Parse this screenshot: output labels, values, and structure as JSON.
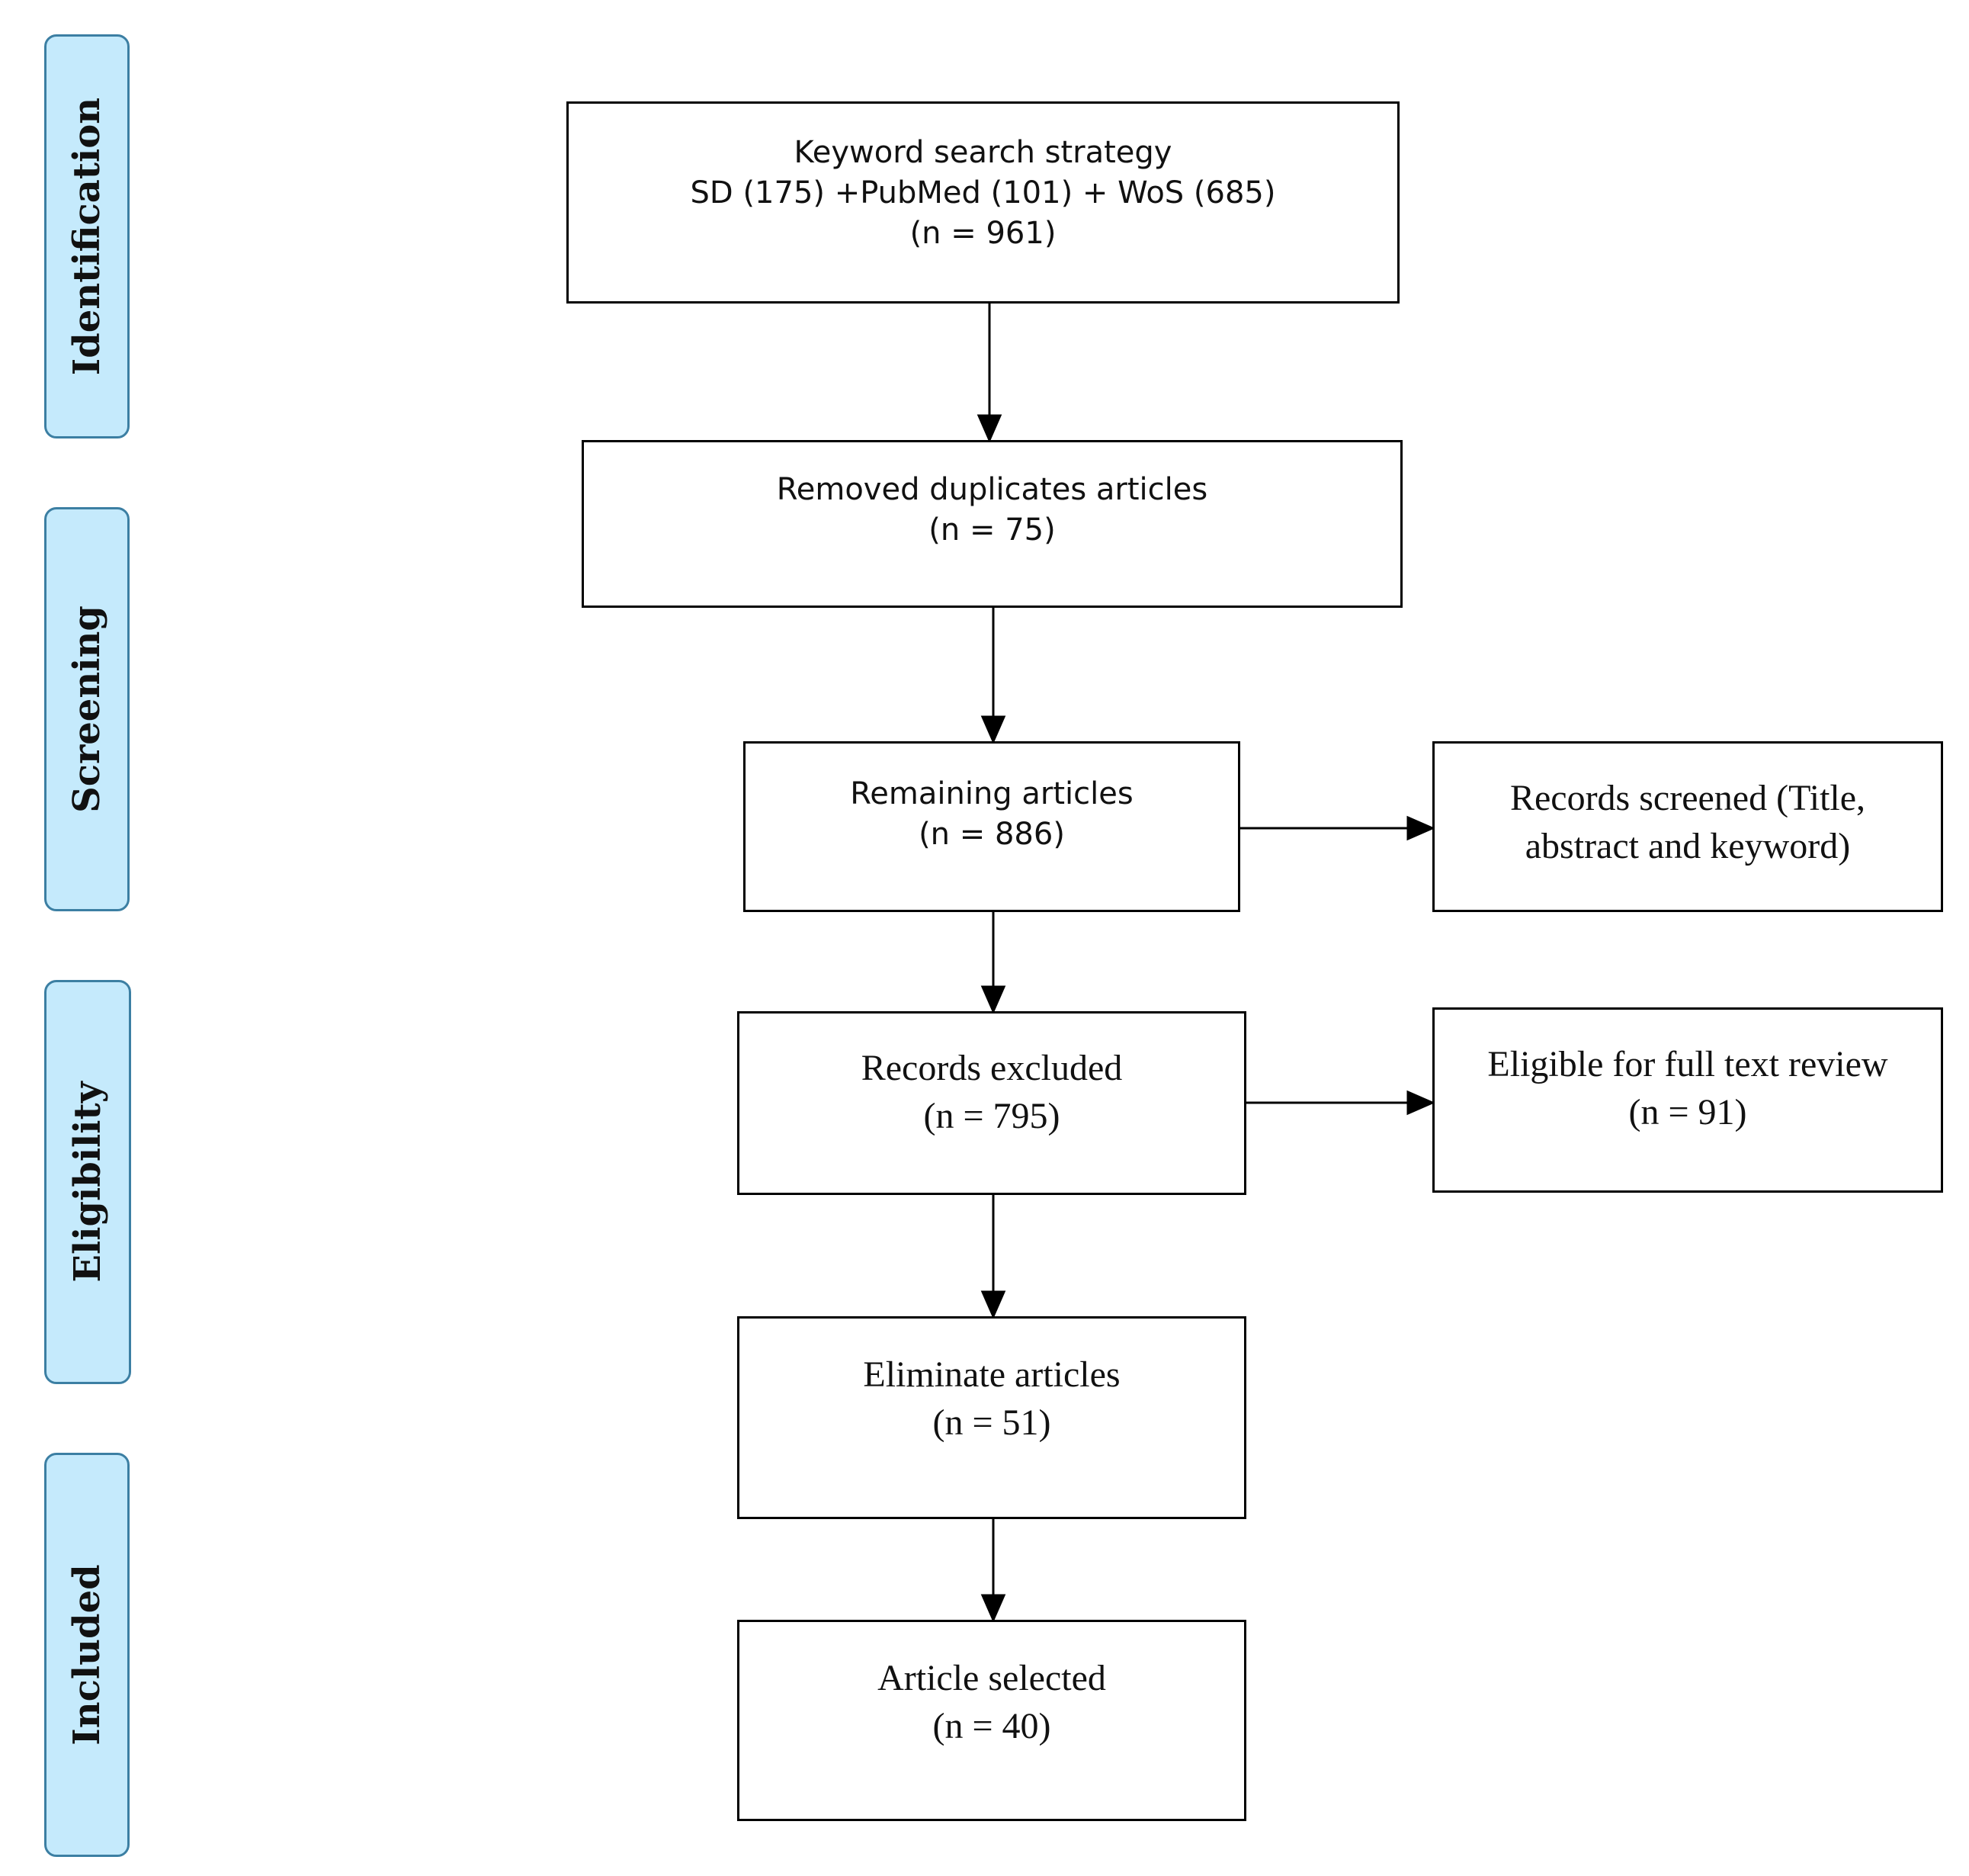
{
  "stages": [
    {
      "label": "Identification"
    },
    {
      "label": "Screening"
    },
    {
      "label": "Eligibility"
    },
    {
      "label": "Included"
    }
  ],
  "boxes": {
    "search": {
      "line1": "Keyword search strategy",
      "line2": "SD (175) +PubMed (101) + WoS (685)",
      "line3": "(n = 961)"
    },
    "duplicates": {
      "line1": "Removed duplicates articles",
      "line2": "(n = 75)"
    },
    "remaining": {
      "line1": "Remaining articles",
      "line2": "(n = 886)"
    },
    "screened": {
      "line1": "Records screened (Title,",
      "line2": "abstract and keyword)"
    },
    "excluded": {
      "line1": "Records excluded",
      "line2": "(n = 795)"
    },
    "fulltext": {
      "line1": "Eligible for full text review",
      "line2": "(n = 91)"
    },
    "eliminate": {
      "line1": "Eliminate articles",
      "line2": "(n = 51)"
    },
    "selected": {
      "line1": "Article selected",
      "line2": "(n = 40)"
    }
  }
}
